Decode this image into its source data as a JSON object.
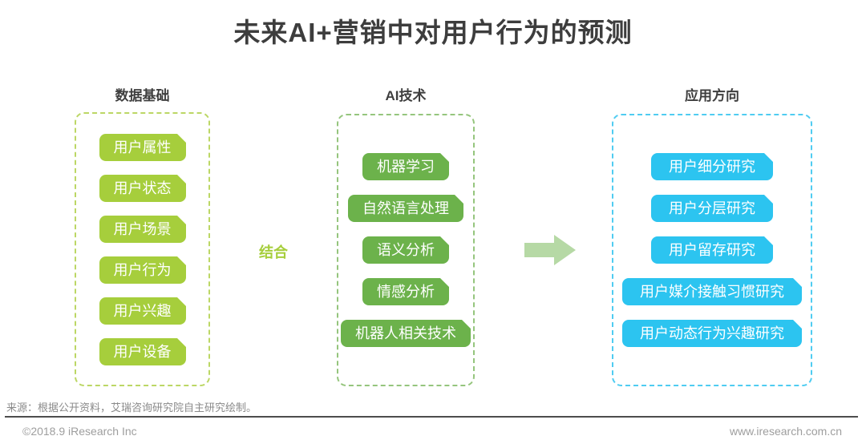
{
  "title": "未来AI+营销中对用户行为的预测",
  "columns": [
    {
      "header": "数据基础",
      "items": [
        "用户属性",
        "用户状态",
        "用户场景",
        "用户行为",
        "用户兴趣",
        "用户设备"
      ]
    },
    {
      "header": "AI技术",
      "items": [
        "机器学习",
        "自然语言处理",
        "语义分析",
        "情感分析",
        "机器人相关技术"
      ]
    },
    {
      "header": "应用方向",
      "items": [
        "用户细分研究",
        "用户分层研究",
        "用户留存研究",
        "用户媒介接触习惯研究",
        "用户动态行为兴趣研究"
      ]
    }
  ],
  "connectors": {
    "combine_label": "结合",
    "arrow_icon": "right-arrow"
  },
  "footer": {
    "source": "来源：根据公开资料，艾瑞咨询研究院自主研究绘制。",
    "copyright": "©2018.9 iResearch Inc",
    "website": "www.iresearch.com.cn"
  },
  "colors": {
    "title_text": "#3d3d3d",
    "data_box_green": "#a6ce3c",
    "data_panel_dash": "#bcd765",
    "ai_box_green": "#6cb24b",
    "ai_panel_dash": "#95c57d",
    "app_box_blue": "#2cc4f0",
    "app_panel_dash": "#4fccf1",
    "arrow_fill": "#b6d9a5",
    "combine_text": "#a6ce3c",
    "source_text": "#8a8a8a",
    "footer_text": "#9e9e9e"
  }
}
